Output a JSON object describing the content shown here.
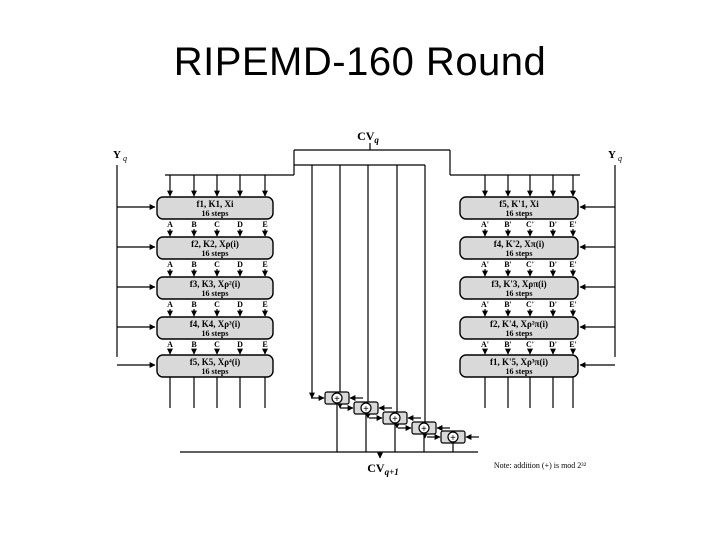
{
  "slide": {
    "title": "RIPEMD-160 Round"
  },
  "diagram": {
    "cv_in": "CV",
    "cv_in_sub": "q",
    "cv_out": "CV",
    "cv_out_sub": "q+1",
    "y_label": "Y",
    "y_sub": "q",
    "left_regs": [
      "A",
      "B",
      "C",
      "D",
      "E"
    ],
    "right_regs": [
      "A'",
      "B'",
      "C'",
      "D'",
      "E'"
    ],
    "left_steps": [
      {
        "fn": "f1, K1, Xi",
        "sub": "16 steps"
      },
      {
        "fn": "f2, K2, Xρ(i)",
        "sub": "16 steps"
      },
      {
        "fn": "f3, K3, Xρ²(i)",
        "sub": "16 steps"
      },
      {
        "fn": "f4, K4, Xρ³(i)",
        "sub": "16 steps"
      },
      {
        "fn": "f5, K5, Xρ⁴(i)",
        "sub": "16 steps"
      }
    ],
    "right_steps": [
      {
        "fn": "f5, K'1, Xi",
        "sub": "16 steps"
      },
      {
        "fn": "f4, K'2, Xπ(i)",
        "sub": "16 steps"
      },
      {
        "fn": "f3, K'3, Xρπ(i)",
        "sub": "16 steps"
      },
      {
        "fn": "f2, K'4, Xρ²π(i)",
        "sub": "16 steps"
      },
      {
        "fn": "f1, K'5, Xρ³π(i)",
        "sub": "16 steps"
      }
    ],
    "adder_symbol": "+",
    "note": "Note: addition (+) is mod 2³²"
  }
}
